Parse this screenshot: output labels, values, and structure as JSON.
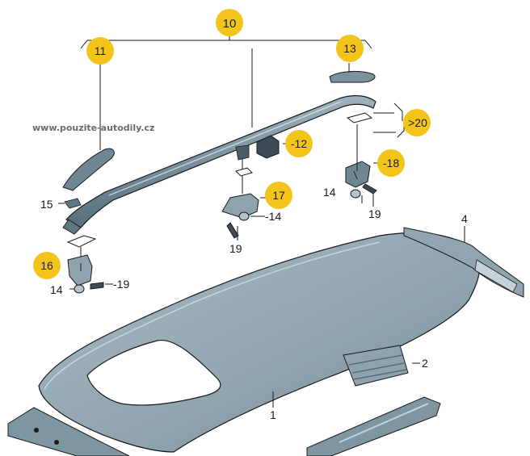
{
  "watermark": "www.pouzite-autodily.cz",
  "colors": {
    "roof_fill": "#8ea3ae",
    "rail_fill": "#6c8694",
    "highlight": "#f3c51a",
    "line": "#1a1a1a"
  },
  "callouts": {
    "c1": "1",
    "c2": "2",
    "c4": "4",
    "c10": "10",
    "c11": "11",
    "c12": "-12",
    "c13": "13",
    "c14a": "14",
    "c14b": "-14",
    "c14c": "14",
    "c15": "15",
    "c16": "16",
    "c17": "17",
    "c18": "-18",
    "c19a": "-19",
    "c19b": "19",
    "c19c": "19",
    "c20": ">20"
  }
}
